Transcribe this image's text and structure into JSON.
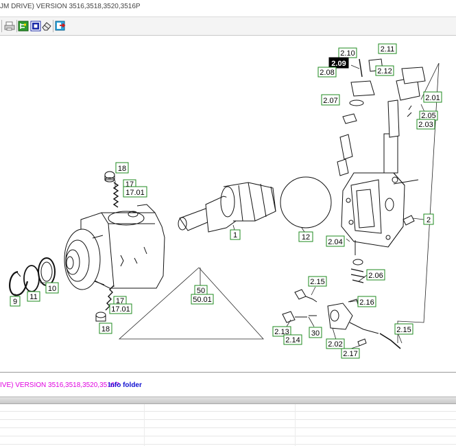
{
  "window": {
    "title_fragment": "JM DRIVE)  VERSION 3516,3518,3520,3516P"
  },
  "toolbar": {
    "icons": [
      "print-icon",
      "tree-icon",
      "select-icon",
      "eraser-icon",
      "export-icon"
    ]
  },
  "diagram": {
    "callouts": {
      "c18a": "18",
      "c17a": "17",
      "c1701a": "17.01",
      "c1": "1",
      "c12": "12",
      "c210": "2.10",
      "c209": "2.09",
      "c208": "2.08",
      "c211": "2.11",
      "c212": "2.12",
      "c207": "2.07",
      "c201": "2.01",
      "c205": "2.05",
      "c203": "2.03",
      "c2": "2",
      "c204": "2.04",
      "c206": "2.06",
      "c215a": "2.15",
      "c216": "2.16",
      "c215b": "2.15",
      "c213": "2.13",
      "c214": "2.14",
      "c30": "30",
      "c202": "2.02",
      "c217": "2.17",
      "c50": "50",
      "c5001": "50.01",
      "c17b": "17",
      "c1701b": "17.01",
      "c18b": "18",
      "c9": "9",
      "c11": "11",
      "c10": "10"
    }
  },
  "status": {
    "version_text": "IVE)  VERSION 3516,3518,3520,3516P",
    "info_link": "Info folder"
  },
  "colors": {
    "callout_border": "#1c8a1c",
    "callout_selected_bg": "#000000",
    "version_text": "#e000e0",
    "info_link": "#1010d0"
  }
}
